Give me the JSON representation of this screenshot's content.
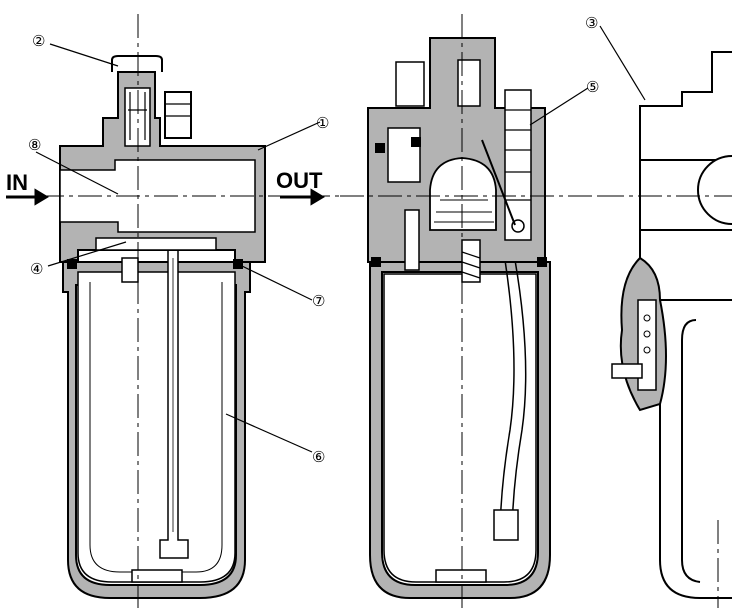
{
  "diagram": {
    "ports": {
      "inlet": "IN",
      "outlet": "OUT"
    },
    "callouts": [
      "①",
      "②",
      "③",
      "④",
      "⑤",
      "⑥",
      "⑦",
      "⑧"
    ],
    "colors": {
      "section_fill": "#b3b3b3",
      "line": "#000000",
      "background": "#ffffff"
    }
  }
}
